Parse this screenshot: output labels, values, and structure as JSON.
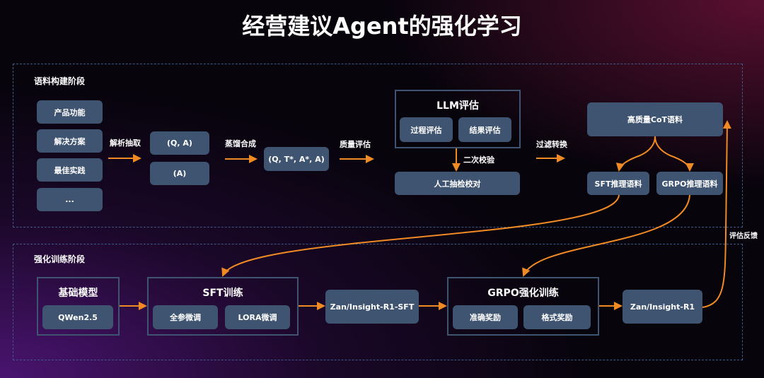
{
  "title": "经营建议Agent的强化学习",
  "stage1": {
    "label": "语料构建阶段",
    "sources": [
      "产品功能",
      "解决方案",
      "最佳实践",
      "..."
    ],
    "step1": "解析抽取",
    "pairs": [
      "(Q, A)",
      "(A)"
    ],
    "step2": "蒸馏合成",
    "tuple": "(Q, T*, A*, A)",
    "step3": "质量评估",
    "llm_eval": {
      "title": "LLM评估",
      "items": [
        "过程评估",
        "结果评估"
      ]
    },
    "recheck": "二次校验",
    "manual": "人工抽检校对",
    "step4": "过滤转换",
    "cot": "高质量CoT语料",
    "sft_corpus": "SFT推理语料",
    "grpo_corpus": "GRPO推理语料"
  },
  "feedback": "评估反馈",
  "stage2": {
    "label": "强化训练阶段",
    "base": {
      "title": "基础模型",
      "model": "QWen2.5"
    },
    "sft": {
      "title": "SFT训练",
      "items": [
        "全参微调",
        "LORA微调"
      ]
    },
    "sft_model": "Zan/Insight-R1-SFT",
    "grpo": {
      "title": "GRPO强化训练",
      "items": [
        "准确奖励",
        "格式奖励"
      ]
    },
    "final_model": "Zan/Insight-R1"
  },
  "colors": {
    "arrow": "#f08a24",
    "box": "#3f5470"
  }
}
